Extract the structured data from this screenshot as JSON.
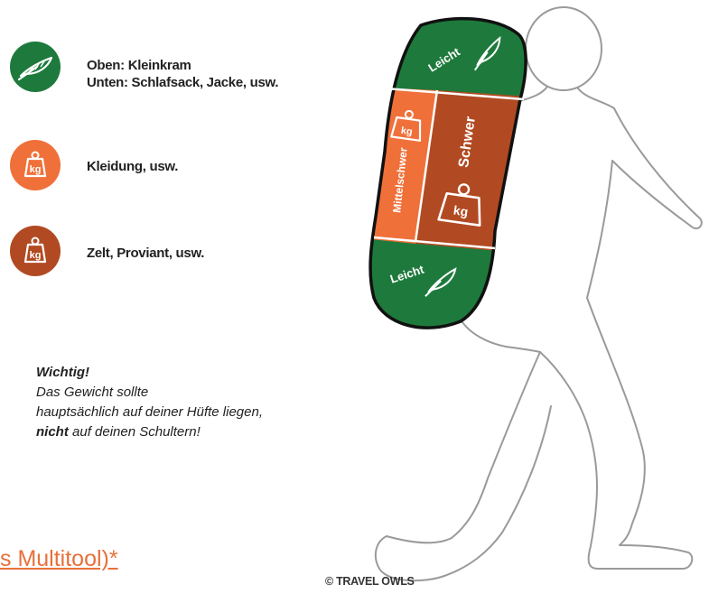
{
  "legend": [
    {
      "line1": "Oben: Kleinkram",
      "line2": "Unten: Schlafsack, Jacke, usw.",
      "color": "#1e7a3c",
      "icon": "feather-icon"
    },
    {
      "line1": "Kleidung, usw.",
      "color": "#f0703a",
      "icon": "weight-icon",
      "icon_text": "kg"
    },
    {
      "line1": "Zelt, Proviant, usw.",
      "color": "#b14a22",
      "icon": "weight-icon",
      "icon_text": "kg"
    }
  ],
  "backpack": {
    "top_label": "Leicht",
    "middle_label": "Mittelschwer",
    "heavy_label": "Schwer",
    "bottom_label": "Leicht",
    "kg_label": "kg",
    "colors": {
      "light": "#1e7a3c",
      "medium": "#f0703a",
      "heavy": "#b14a22"
    }
  },
  "note": {
    "heading": "Wichtig!",
    "line1": "Das Gewicht sollte",
    "line2": "hauptsächlich auf deiner Hüfte liegen,",
    "line3_strong": "nicht",
    "line3_rest": " auf deinen Schultern!"
  },
  "link": {
    "text": "s Multitool)*"
  },
  "copyright": "© TRAVEL OWLS"
}
